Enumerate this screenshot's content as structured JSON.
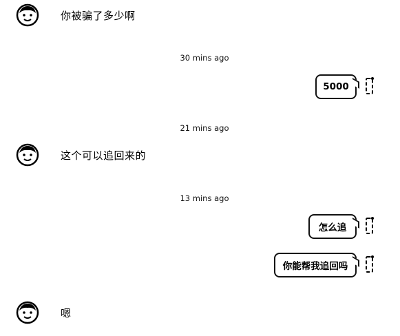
{
  "conversation": {
    "messages": [
      {
        "direction": "incoming",
        "text": "你被骗了多少啊"
      },
      {
        "timestamp": "30 mins ago"
      },
      {
        "direction": "outgoing",
        "text": "5000"
      },
      {
        "timestamp": "21 mins ago"
      },
      {
        "direction": "incoming",
        "text": "这个可以追回来的"
      },
      {
        "timestamp": "13 mins ago"
      },
      {
        "direction": "outgoing",
        "text": "怎么追"
      },
      {
        "direction": "outgoing",
        "text": "你能帮我追回吗"
      },
      {
        "direction": "incoming",
        "text": "嗯"
      }
    ]
  },
  "icons": {
    "avatar": "cartoon-face-avatar-icon",
    "status": "phone-status-icon"
  },
  "colors": {
    "background": "#ffffff",
    "text": "#000000",
    "bubble_border": "#111111"
  }
}
